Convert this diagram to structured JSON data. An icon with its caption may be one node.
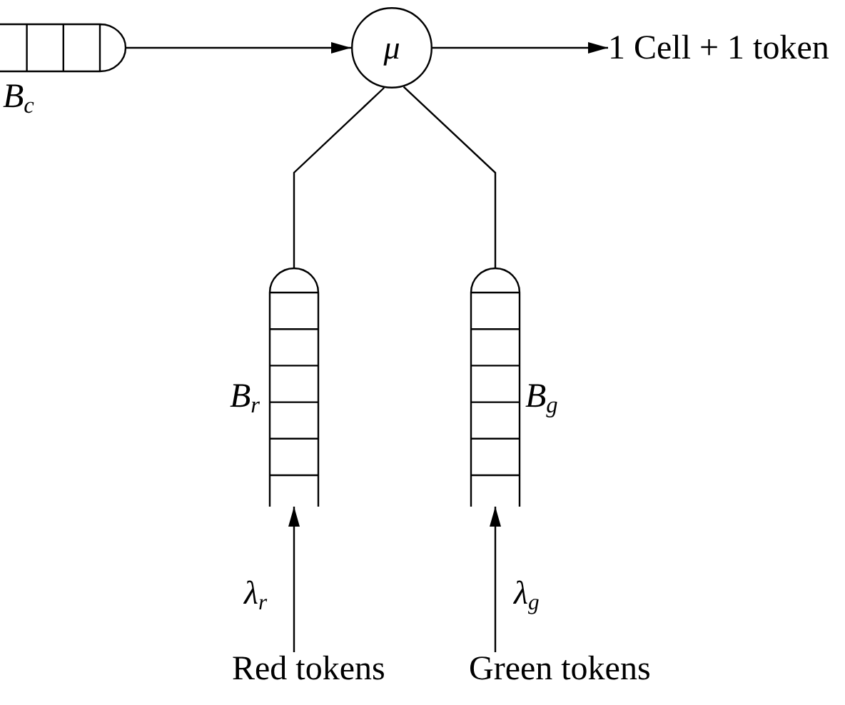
{
  "diagram": {
    "nodes": [
      {
        "text": [],
        "shape": "queue",
        "beside": [
          "B$_{c}$"
        ]
      },
      {
        "text": [
          "μ"
        ]
      },
      {
        "text": [
          "1 Cell + 1 token"
        ]
      },
      {
        "text": [],
        "shape": "queue",
        "beside": [
          "B$_{r}$"
        ]
      },
      {
        "text": [],
        "shape": "queue",
        "beside": [
          "B$_{g}$"
        ]
      },
      {
        "text": [
          "Red tokens"
        ]
      },
      {
        "text": [
          "Green tokens"
        ]
      }
    ],
    "edges": [
      {
        "from": 0,
        "to": 1,
        "arrow": "to"
      },
      {
        "from": 1,
        "to": 2,
        "arrow": "to"
      },
      {
        "from": 3,
        "to": 1,
        "arrow": "none"
      },
      {
        "from": 4,
        "to": 1,
        "arrow": "none"
      },
      {
        "from": 5,
        "to": 3,
        "arrow": "to",
        "label": "λ$_{r}$"
      },
      {
        "from": 6,
        "to": 4,
        "arrow": "to",
        "label": "λ$_{g}$"
      }
    ]
  }
}
